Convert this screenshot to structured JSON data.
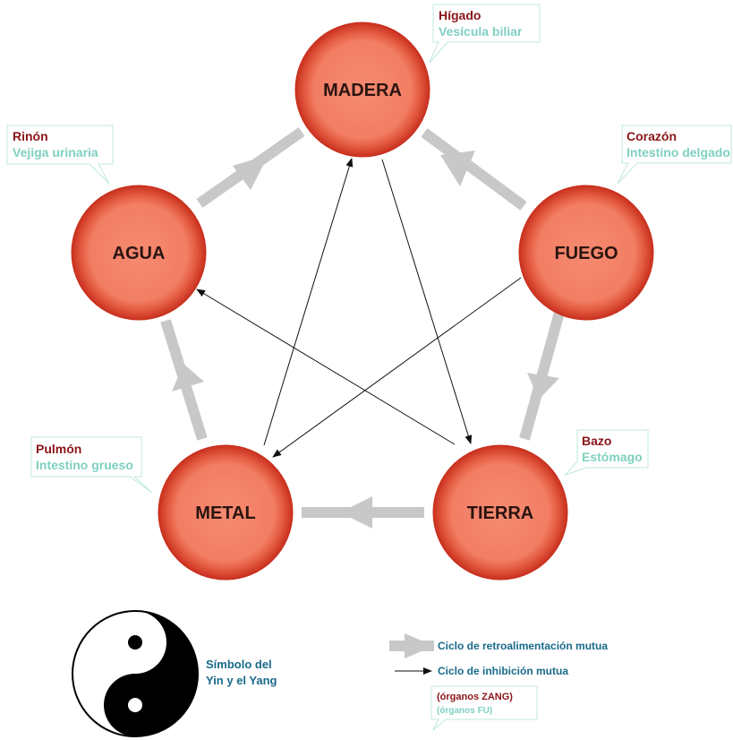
{
  "elements": {
    "madera": {
      "label": "MADERA",
      "zang": "Hígado",
      "fu": "Vesícula biliar"
    },
    "fuego": {
      "label": "FUEGO",
      "zang": "Corazón",
      "fu": "Intestino delgado"
    },
    "tierra": {
      "label": "TIERRA",
      "zang": "Bazo",
      "fu": "Estómago"
    },
    "metal": {
      "label": "METAL",
      "zang": "Pulmón",
      "fu": "Intestino grueso"
    },
    "agua": {
      "label": "AGUA",
      "zang": "Rinón",
      "fu": "Vejiga urinaria"
    }
  },
  "legend": {
    "feedback": "Ciclo de retroalimentación mutua",
    "inhibition": "Ciclo de inhibición mutua",
    "zang_example": "(órganos ZANG)",
    "fu_example": "(órganos FU)"
  },
  "yinyang": {
    "line1": "Símbolo del",
    "line2": "Yin y el Yang"
  },
  "colors": {
    "circle_fill": "#f2826a",
    "circle_ring": "#d8402a",
    "feedback_arrow": "#c8c8c8",
    "inhibition_arrow": "#111111",
    "zang_text": "#8a1418",
    "fu_text": "#7fd0c0",
    "legend_text": "#1a6a8a"
  }
}
